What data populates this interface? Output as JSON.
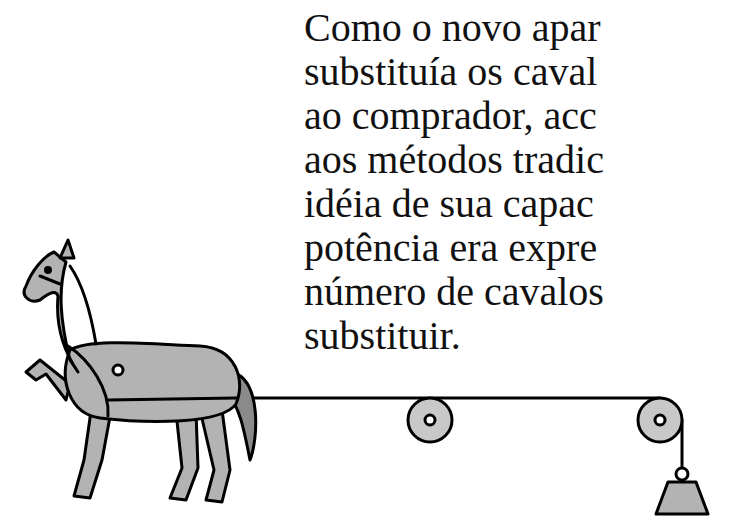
{
  "diagram": {
    "labels": [
      "Como o novo apar",
      "substituía os caval",
      "ao comprador, acc",
      "aos métodos tradic",
      "idéia de sua capac",
      "potência era expre",
      "número de cavalos",
      "substituir."
    ]
  }
}
